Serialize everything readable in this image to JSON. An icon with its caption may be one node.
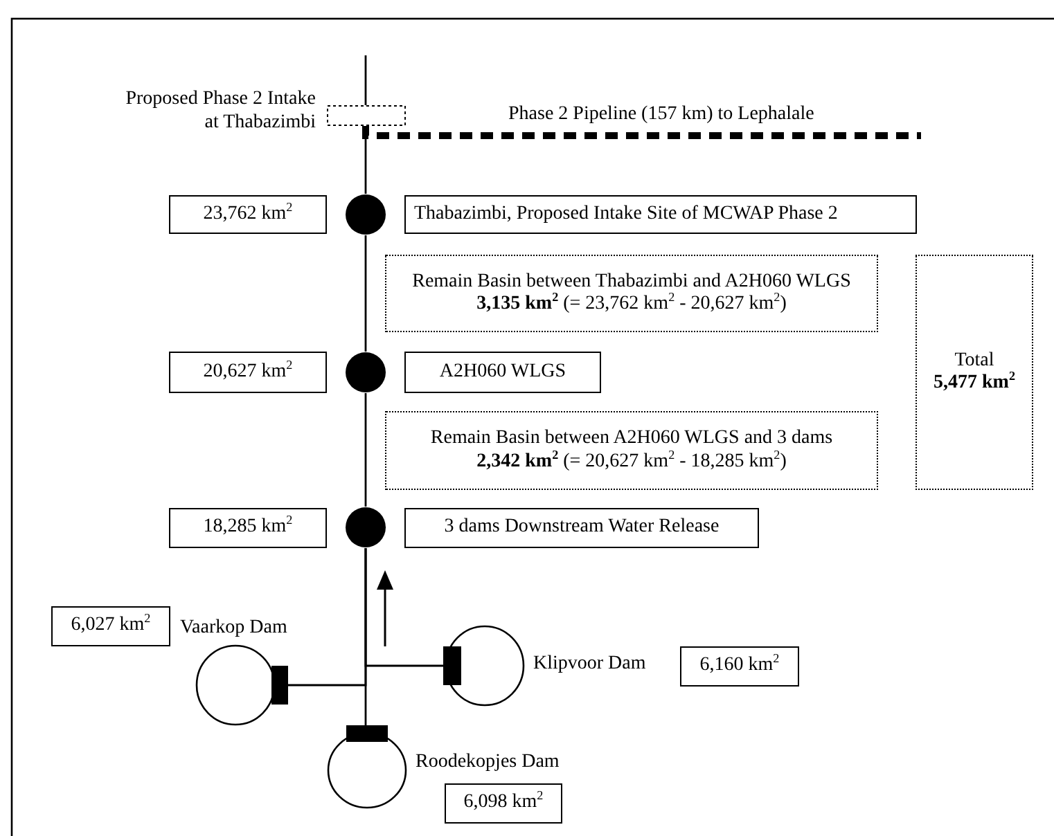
{
  "diagram": {
    "nodes": [
      {
        "text": [],
        "shape": "box",
        "beside": [
          "Proposed Phase 2 Intake at Thabazimbi"
        ]
      },
      {
        "text": [
          "23,762 km$^{2}$"
        ]
      },
      {
        "text": [],
        "shape": "circle"
      },
      {
        "text": [
          "Thabazimbi, Proposed Intake Site of MCWAP Phase 2"
        ]
      },
      {
        "text": [
          "Remain Basin between Thabazimbi and A2H060 WLGS",
          "**3,135 km$^{2}$** (= 23,762 km$^{2}$ - 20,627 km$^{2}$)"
        ]
      },
      {
        "text": [
          "Total",
          "5,477 km$^{2}$"
        ]
      },
      {
        "text": [
          "20,627 km$^{2}$"
        ]
      },
      {
        "text": [],
        "shape": "circle"
      },
      {
        "text": [
          "A2H060 WLGS"
        ]
      },
      {
        "text": [
          "Remain Basin between A2H060 WLGS and 3 dams",
          "**2,342 km$^{2}$** (= 20,627 km$^{2}$ - 18,285 km$^{2}$)"
        ]
      },
      {
        "text": [
          "18,285 km$^{2}$"
        ]
      },
      {
        "text": [],
        "shape": "circle"
      },
      {
        "text": [
          "3 dams Downstream Water Release"
        ]
      },
      {
        "text": [
          "6,027 km$^{2}$"
        ]
      },
      {
        "text": [],
        "shape": "circle",
        "beside": [
          "Vaarkop Dam"
        ]
      },
      {
        "text": [],
        "shape": "circle",
        "beside": [
          "Klipvoor Dam"
        ]
      },
      {
        "text": [
          "6,160 km$^{2}$"
        ]
      },
      {
        "text": [],
        "shape": "circle",
        "beside": [
          "Roodekopjes Dam"
        ]
      },
      {
        "text": [
          "6,098 km$^{2}$"
        ]
      }
    ],
    "edges": [
      {
        "from": null,
        "to": 0,
        "arrow": "none"
      },
      {
        "from": 0,
        "to": 2,
        "arrow": "none"
      },
      {
        "from": 2,
        "to": 7,
        "arrow": "none"
      },
      {
        "from": 7,
        "to": 11,
        "arrow": "none"
      },
      {
        "from": 14,
        "to": 11,
        "arrow": "none"
      },
      {
        "from": 15,
        "to": 11,
        "arrow": "none"
      },
      {
        "from": 17,
        "to": 11,
        "arrow": "none"
      },
      {
        "from": 0,
        "to": null,
        "arrow": "none",
        "style": "dashed",
        "label": "Phase 2 Pipeline (157 km) to Lephalale"
      }
    ]
  }
}
